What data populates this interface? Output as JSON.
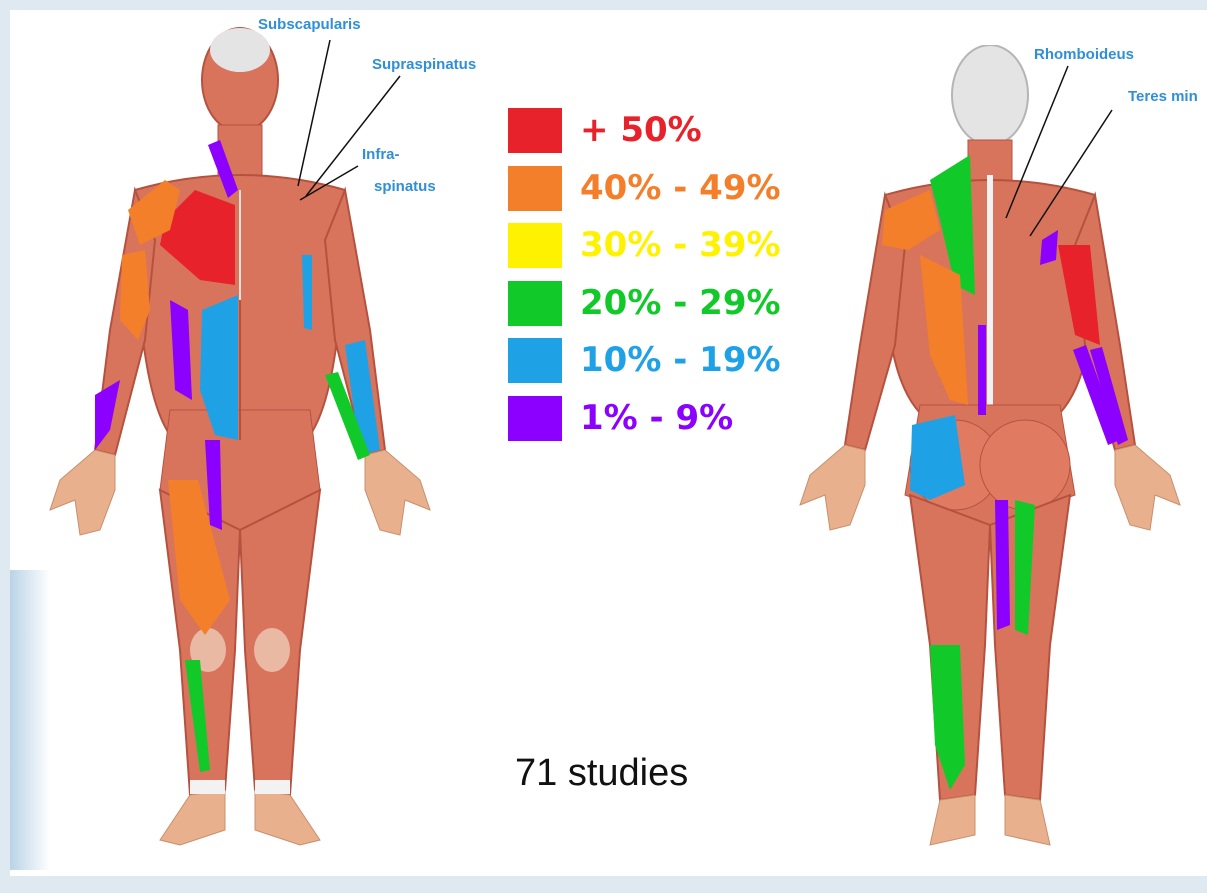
{
  "annotations": {
    "subscapularis": "Subscapularis",
    "supraspinatus": "Supraspinatus",
    "infraspinatus_line1": "Infra-",
    "infraspinatus_line2": "spinatus",
    "rhomboideus": "Rhomboideus",
    "teres_minor": "Teres min"
  },
  "legend": [
    {
      "label": "+ 50%",
      "color": "#e8222b"
    },
    {
      "label": "40% - 49%",
      "color": "#f47f2a"
    },
    {
      "label": "30% - 39%",
      "color": "#fff200"
    },
    {
      "label": "20% - 29%",
      "color": "#12c92a"
    },
    {
      "label": "10% - 19%",
      "color": "#1fa1e6"
    },
    {
      "label": "1% - 9%",
      "color": "#8b00ff"
    }
  ],
  "footer": {
    "studies": "71 studies"
  },
  "colors": {
    "muscle": "#d9745c",
    "muscle_dark": "#b5523f",
    "skin": "#e9b08e",
    "annotation_text": "#2f8fd8"
  },
  "figures": [
    {
      "view": "front",
      "icon": "anterior-muscle-figure-icon"
    },
    {
      "view": "back",
      "icon": "posterior-muscle-figure-icon"
    }
  ]
}
